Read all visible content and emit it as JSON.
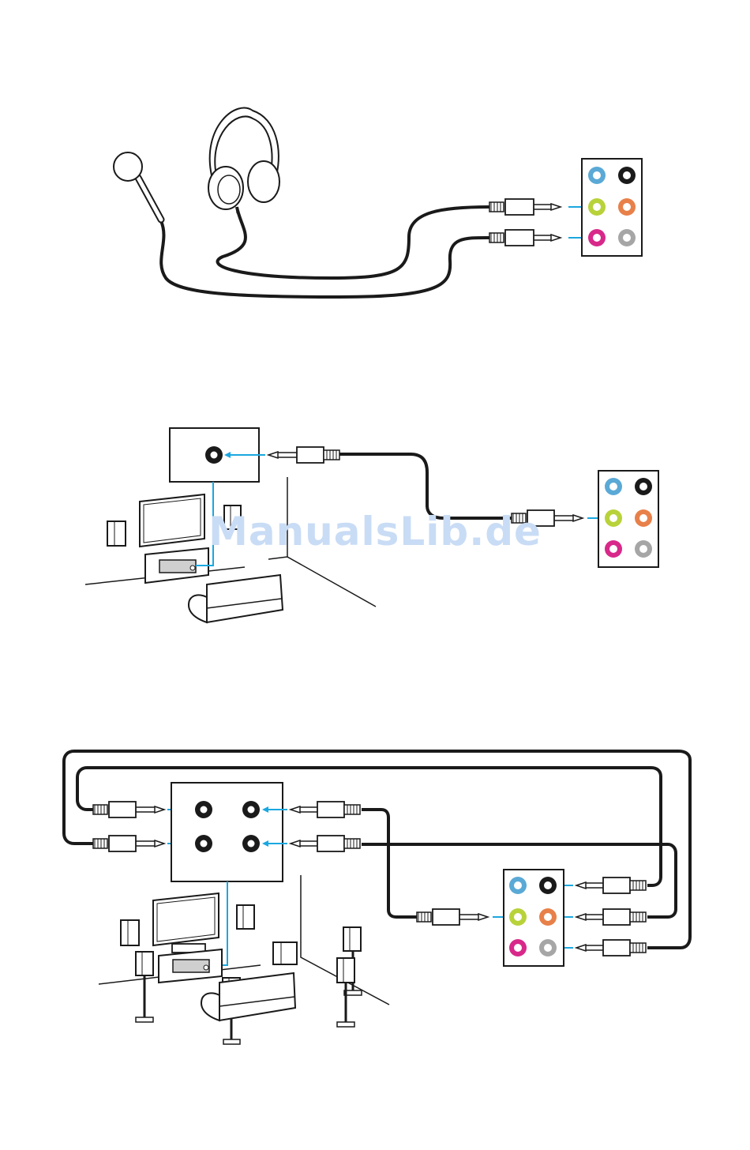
{
  "watermark": {
    "text": "ManualsLib.de",
    "color": "#c9dcf5"
  },
  "colors": {
    "outline": "#1a1a1a",
    "arrow": "#1aa7e0",
    "jack_blue": "#5aa9d6",
    "jack_black": "#1a1a1a",
    "jack_green": "#b8d23a",
    "jack_orange": "#e8804a",
    "jack_pink": "#d8288a",
    "jack_gray": "#a6a6a6"
  },
  "diagrams": [
    {
      "id": "headphone-microphone",
      "devices": [
        "microphone-icon",
        "headphones-icon"
      ],
      "audio_panel": "six-jack-panel",
      "connections": [
        "green",
        "pink"
      ]
    },
    {
      "id": "stereo-speaker",
      "devices": [
        "stereo-amplifier-icon"
      ],
      "audio_panel": "six-jack-panel",
      "connections": [
        "green"
      ]
    },
    {
      "id": "surround-speaker",
      "devices": [
        "surround-amplifier-icon"
      ],
      "audio_panel": "six-jack-panel",
      "connections": [
        "green",
        "black",
        "orange",
        "gray"
      ]
    }
  ]
}
